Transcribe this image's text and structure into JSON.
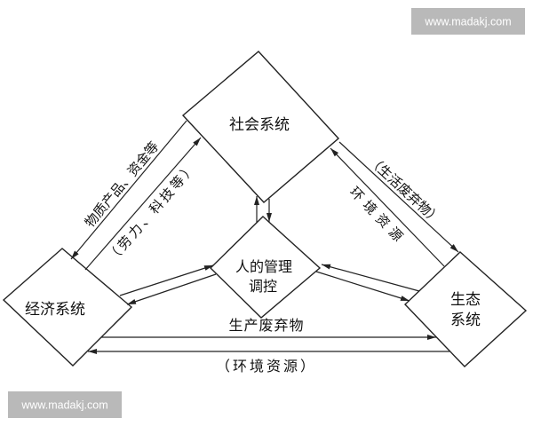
{
  "watermarks": {
    "top_right": "www.madakj.com",
    "bottom_left": "www.madakj.com"
  },
  "nodes": {
    "social": {
      "label": "社会系统"
    },
    "economic": {
      "label": "经济系统"
    },
    "ecological": {
      "lines": [
        "生态",
        "系统"
      ]
    },
    "human": {
      "lines": [
        "人的管理",
        "调控"
      ]
    }
  },
  "edges": {
    "social_to_economic": "物质产品、资金等",
    "economic_to_social": "（劳力、科技等）",
    "social_to_ecological": "（生活废弃物）",
    "ecological_to_social": "环境资源",
    "economic_to_ecological": "生产废弃物",
    "ecological_to_economic": "（环境资源）"
  },
  "colors": {
    "stroke": "#222222",
    "background": "#ffffff",
    "watermark_box": "#b9b9b9",
    "watermark_text": "#ffffff"
  }
}
